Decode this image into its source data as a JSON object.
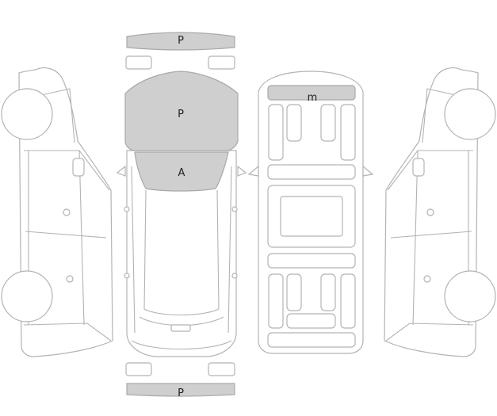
{
  "colors": {
    "damage_fill": "#cfcfcf",
    "outline": "#b3b3b3",
    "background": "#ffffff"
  },
  "marks": {
    "front_bumper": "P",
    "hood": "P",
    "windshield": "A",
    "roof": "m",
    "rear_bumper": "P"
  }
}
